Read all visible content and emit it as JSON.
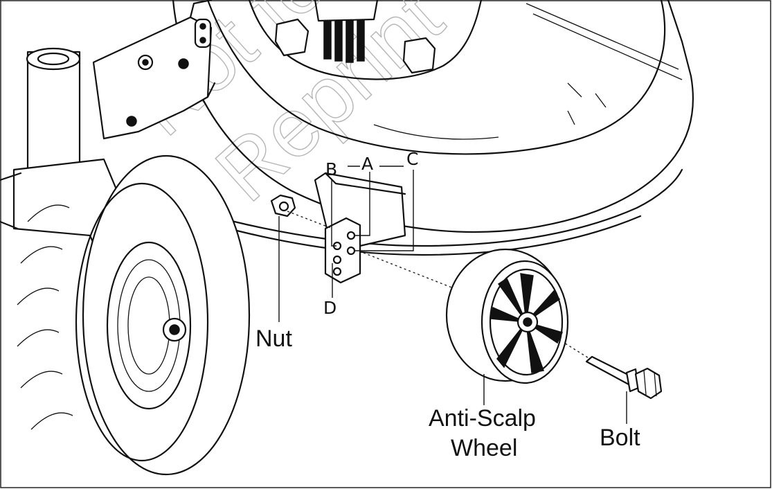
{
  "watermark": [
    "Not for",
    "Reprint"
  ],
  "callouts": {
    "hole_a": "A",
    "hole_b": "B",
    "hole_c": "C",
    "hole_d": "D",
    "nut": "Nut",
    "anti_scalp_line1": "Anti-Scalp",
    "anti_scalp_line2": "Wheel",
    "bolt": "Bolt"
  }
}
